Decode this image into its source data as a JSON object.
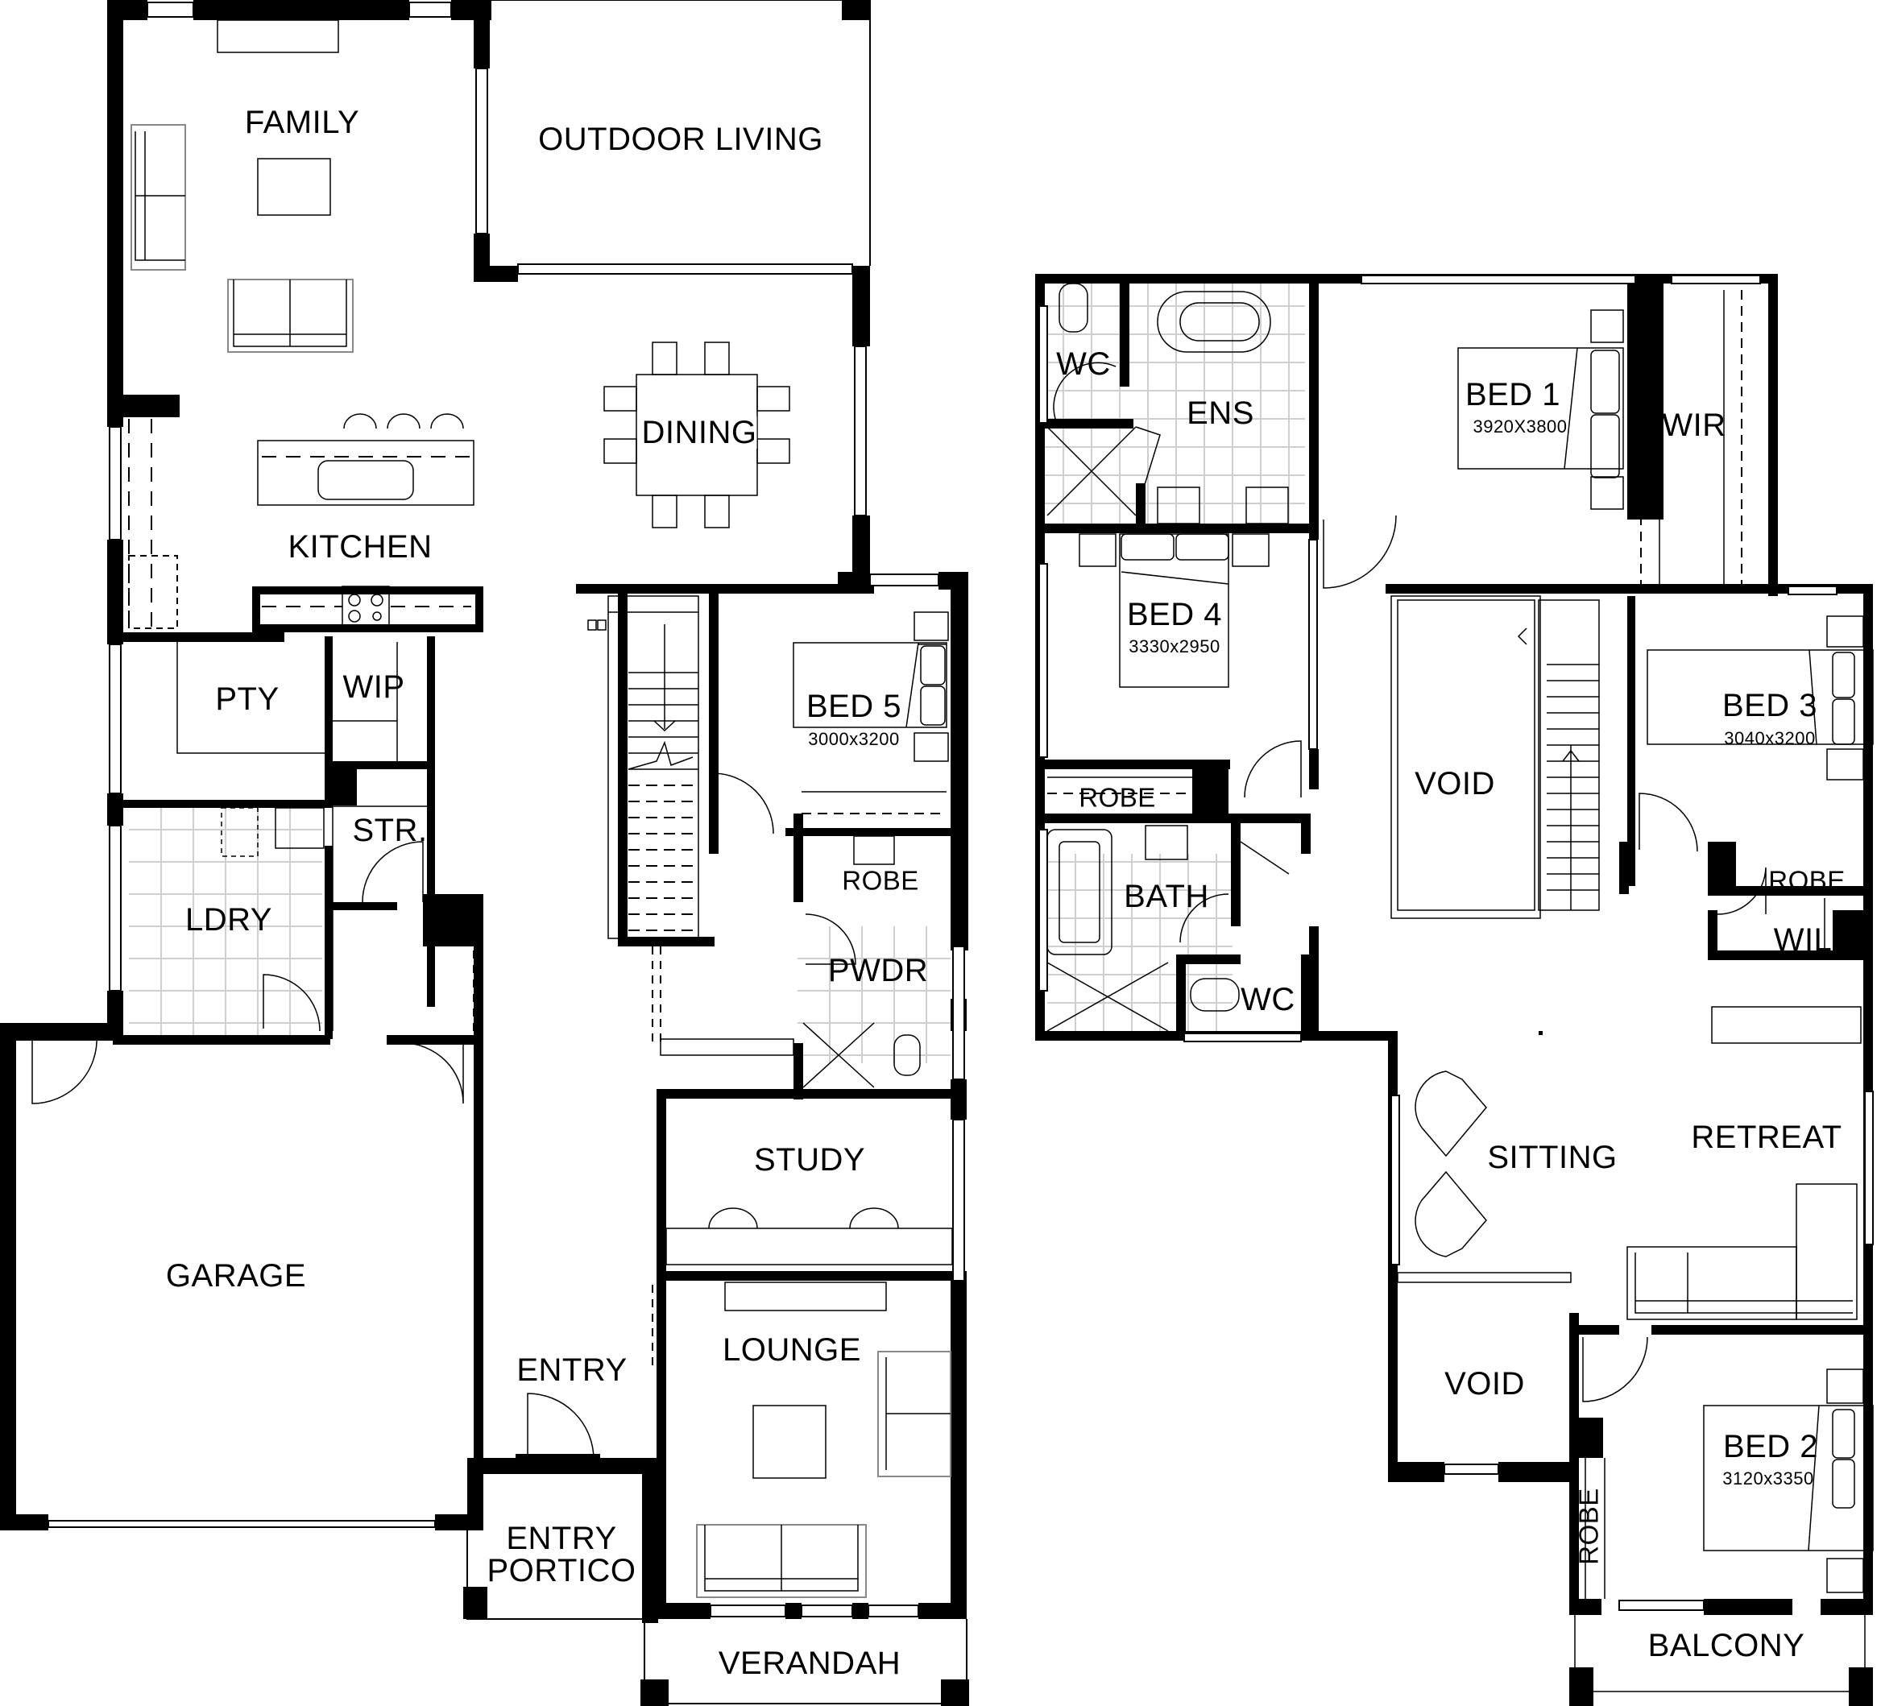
{
  "plan": {
    "ground_floor": {
      "rooms": {
        "family": "FAMILY",
        "outdoor_living": "OUTDOOR LIVING",
        "dining": "DINING",
        "kitchen": "KITCHEN",
        "pantry": "PTY",
        "wip": "WIP",
        "storage": "STR.",
        "laundry": "LDRY",
        "garage": "GARAGE",
        "entry": "ENTRY",
        "entry_portico_line1": "ENTRY",
        "entry_portico_line2": "PORTICO",
        "bed5": "BED 5",
        "bed5_dim": "3000x3200",
        "robe": "ROBE",
        "powder": "PWDR",
        "study": "STUDY",
        "lounge": "LOUNGE",
        "verandah": "VERANDAH"
      }
    },
    "upper_floor": {
      "rooms": {
        "wc_ensuite": "WC",
        "ensuite": "ENS",
        "bed1": "BED 1",
        "bed1_dim": "3920X3800",
        "wir": "WIR",
        "bed4": "BED 4",
        "bed4_dim": "3330x2950",
        "robe_bed4": "ROBE",
        "bath": "BATH",
        "wc_bath": "WC",
        "void_main": "VOID",
        "bed3": "BED 3",
        "bed3_dim": "3040x3200",
        "robe_bed3": "ROBE",
        "wil": "WIL",
        "sitting": "SITTING",
        "retreat": "RETREAT",
        "void_lower": "VOID",
        "bed2": "BED 2",
        "bed2_dim": "3120x3350",
        "robe_bed2": "ROBE",
        "balcony": "BALCONY"
      }
    },
    "colors": {
      "wall": "#000000",
      "tile_grid": "#cfcfcf",
      "background": "#ffffff"
    }
  }
}
